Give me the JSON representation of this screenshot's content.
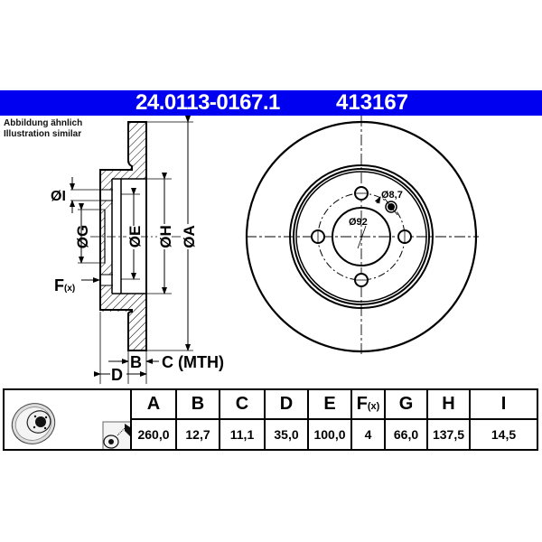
{
  "header": {
    "part_number": "24.0113-0167.1",
    "alt_number": "413167",
    "color": "#0000f0"
  },
  "note": {
    "line1": "Abbildung ähnlich",
    "line2": "Illustration similar"
  },
  "section_labels": {
    "I": "ØI",
    "G": "ØG",
    "E": "ØE",
    "H": "ØH",
    "A": "ØA",
    "F": "F",
    "F_sub": "(x)",
    "B": "B",
    "C": "C (MTH)",
    "D": "D"
  },
  "front_view": {
    "hole_label": "Ø8,7",
    "pcd_label": "Ø92"
  },
  "icons": {
    "disc_thumbnail": "brake-disc-icon",
    "spray": "spray-cleaner-icon"
  },
  "table": {
    "headers": [
      "A",
      "B",
      "C",
      "D",
      "E",
      "F",
      "G",
      "H",
      "I"
    ],
    "f_subscript": "(x)",
    "values": [
      "260,0",
      "12,7",
      "11,1",
      "35,0",
      "100,0",
      "4",
      "66,0",
      "137,5",
      "14,5"
    ]
  }
}
